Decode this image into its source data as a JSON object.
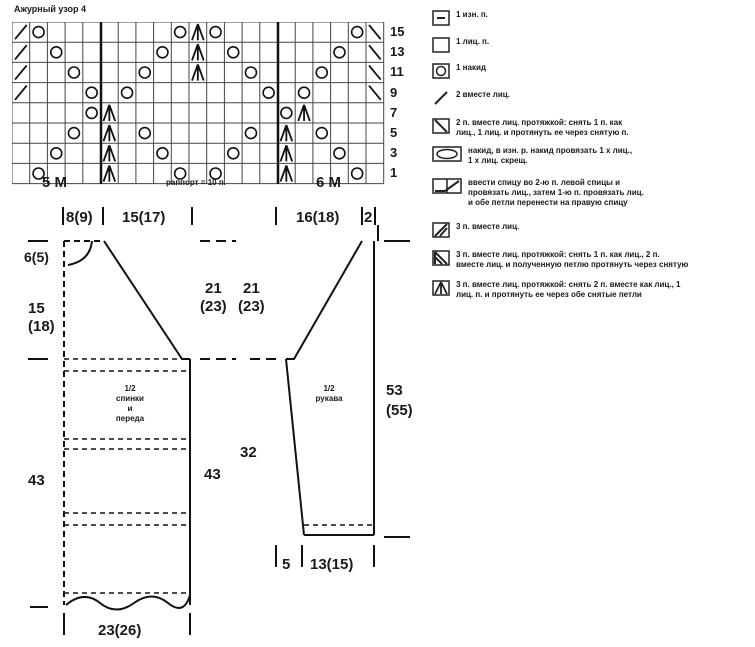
{
  "chart": {
    "title": "Ажурный узор 4",
    "row_numbers": [
      "15",
      "13",
      "11",
      "9",
      "7",
      "5",
      "3",
      "1"
    ],
    "left_label": "5 М",
    "repeat_label": "раппорт = 10 п.",
    "right_label": "6 М"
  },
  "legend": [
    {
      "icon": "purl-icon",
      "text": "1 изн. п."
    },
    {
      "icon": "knit-icon",
      "text": "1 лиц. п."
    },
    {
      "icon": "yarn-over-icon",
      "text": "1 накид"
    },
    {
      "icon": "k2tog-icon",
      "text": "2 вместе лиц."
    },
    {
      "icon": "ssk-icon",
      "text": "2 п. вместе лиц. протяжкой: снять 1 п. как\nлиц., 1 лиц. и протянуть ее через снятую п."
    },
    {
      "icon": "double-yo-icon",
      "text": "накид, в изн. р. накид провязать 1 х лиц.,\n1 х лиц. скрещ."
    },
    {
      "icon": "cross-icon",
      "text": "ввести спицу во 2-ю п. левой спицы и\nпровязать лиц., затем 1-ю п. провязать лиц.\nи обе петли перенести на правую спицу"
    },
    {
      "icon": "k3tog-icon",
      "text": "3 п. вместе лиц."
    },
    {
      "icon": "sk2p-icon",
      "text": "3 п. вместе лиц. протяжкой: снять 1 п. как лиц., 2 п.\nвместе лиц. и полученную петлю протянуть через снятую"
    },
    {
      "icon": "centered-dec-icon",
      "text": "3 п. вместе лиц. протяжкой: снять 2 п. вместе как лиц., 1\nлиц. п. и протянуть ее через обе снятые петли"
    }
  ],
  "schematic": {
    "body_label": "1/2\nспинки\nи\nпереда",
    "sleeve_label": "1/2\nрукава",
    "dims": {
      "shoulder": "8(9)",
      "neck": "15(17)",
      "sleeve_top": "16(18)",
      "sleeve_small": "2",
      "neck_depth": "6(5)",
      "armhole_left": "15\n(18)",
      "raglan1": "21\n(23)",
      "raglan2": "21\n(23)",
      "body_len_left": "43",
      "body_len_right": "43",
      "sleeve_inner": "32",
      "sleeve_len": "53\n(55)",
      "sleeve_bottom_small": "5",
      "sleeve_cuff": "13(15)",
      "body_width": "23(26)"
    }
  }
}
